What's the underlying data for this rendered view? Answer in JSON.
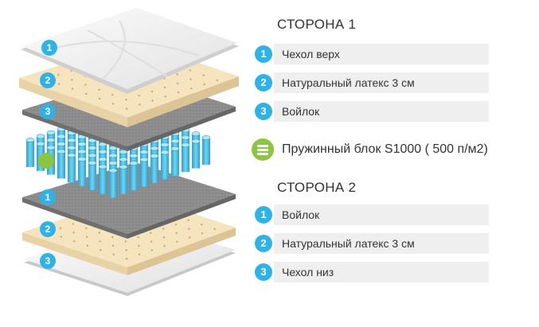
{
  "side1": {
    "title": "СТОРОНА 1",
    "items": [
      {
        "num": "1",
        "label": "Чехол верх"
      },
      {
        "num": "2",
        "label": "Натуральный латекс 3 см"
      },
      {
        "num": "3",
        "label": "Войлок"
      }
    ]
  },
  "spring": {
    "label": "Пружинный блок S1000 ( 500 п/м2)",
    "icon": "spring-block-icon"
  },
  "side2": {
    "title": "СТОРОНА 2",
    "items": [
      {
        "num": "1",
        "label": "Войлок"
      },
      {
        "num": "2",
        "label": "Натуральный латекс 3 см"
      },
      {
        "num": "3",
        "label": "Чехол низ"
      }
    ]
  },
  "illustration": {
    "top_labels": [
      "1",
      "2",
      "3"
    ],
    "bottom_labels": [
      "1",
      "2",
      "3"
    ]
  },
  "colors": {
    "accent_blue": "#2fb2e6",
    "spring_green": "#8cc63f",
    "latex": "#f6e4bf",
    "felt": "#8a8a8a",
    "spring": "#48c2e4"
  }
}
